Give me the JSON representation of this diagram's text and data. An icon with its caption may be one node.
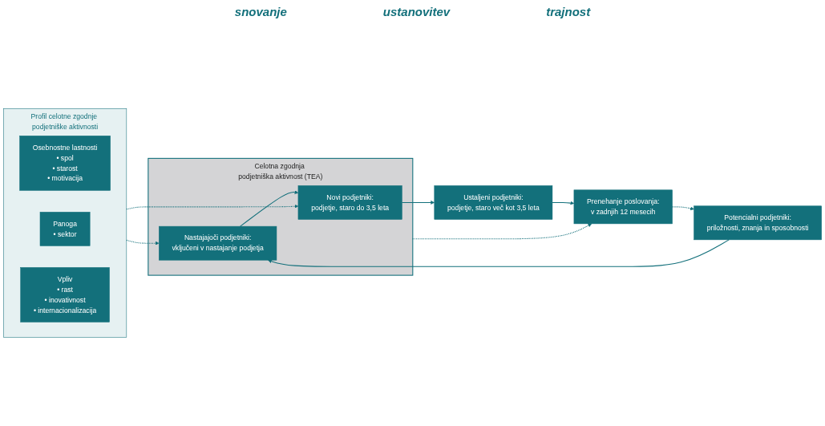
{
  "diagram": {
    "nodes": [
      {
        "text": [
          "Potencialni podjetniki:",
          "priložnosti, znanja in sposobnosti"
        ]
      },
      {
        "text": [
          "Celotna zgodnja podjetniška aktivnost (TEA)"
        ]
      },
      {
        "text": [
          "Nastajajoči podjetniki:",
          "vključeni v nastajanje podjetja"
        ],
        "in": 1
      },
      {
        "text": [
          "Novi podjetniki:",
          "podjetje, staro do 3,5 leta"
        ],
        "in": 1
      },
      {
        "text": [
          "Ustaljeni podjetniki:",
          "podjetje, staro več kot 3,5 leta"
        ]
      },
      {
        "text": [
          "Prenehanje poslovanja:",
          "v zadnjih 12 mesecih"
        ]
      },
      {
        "text": [
          "Profil celotne zgodnje podjetniške aktivnosti"
        ]
      },
      {
        "text": [
          "Osebnostne lastnosti",
          "• spol",
          "• starost",
          "• motivacija"
        ],
        "in": 6
      },
      {
        "text": [
          "Panoga",
          "• sektor"
        ],
        "in": 6
      },
      {
        "text": [
          "Vpliv",
          "• rast",
          "• inovativnost",
          "• internacionalizacija"
        ],
        "in": 6
      }
    ],
    "edges": [
      {
        "from": 0,
        "to": 2,
        "arrow": "to"
      },
      {
        "from": 2,
        "to": 3,
        "arrow": "to"
      },
      {
        "from": 3,
        "to": 4,
        "arrow": "to"
      },
      {
        "from": 4,
        "to": 5,
        "arrow": "to"
      },
      {
        "from": 5,
        "to": 0,
        "arrow": "to",
        "style": "dashed"
      },
      {
        "from": 1,
        "to": 5,
        "arrow": "to",
        "style": "dashed"
      },
      {
        "from": 6,
        "to": 2,
        "arrow": "to",
        "style": "dashed"
      },
      {
        "from": 6,
        "to": 3,
        "arrow": "to",
        "style": "dashed"
      }
    ],
    "labels": [
      "snovanje",
      "ustanovitev",
      "trajnost"
    ]
  }
}
